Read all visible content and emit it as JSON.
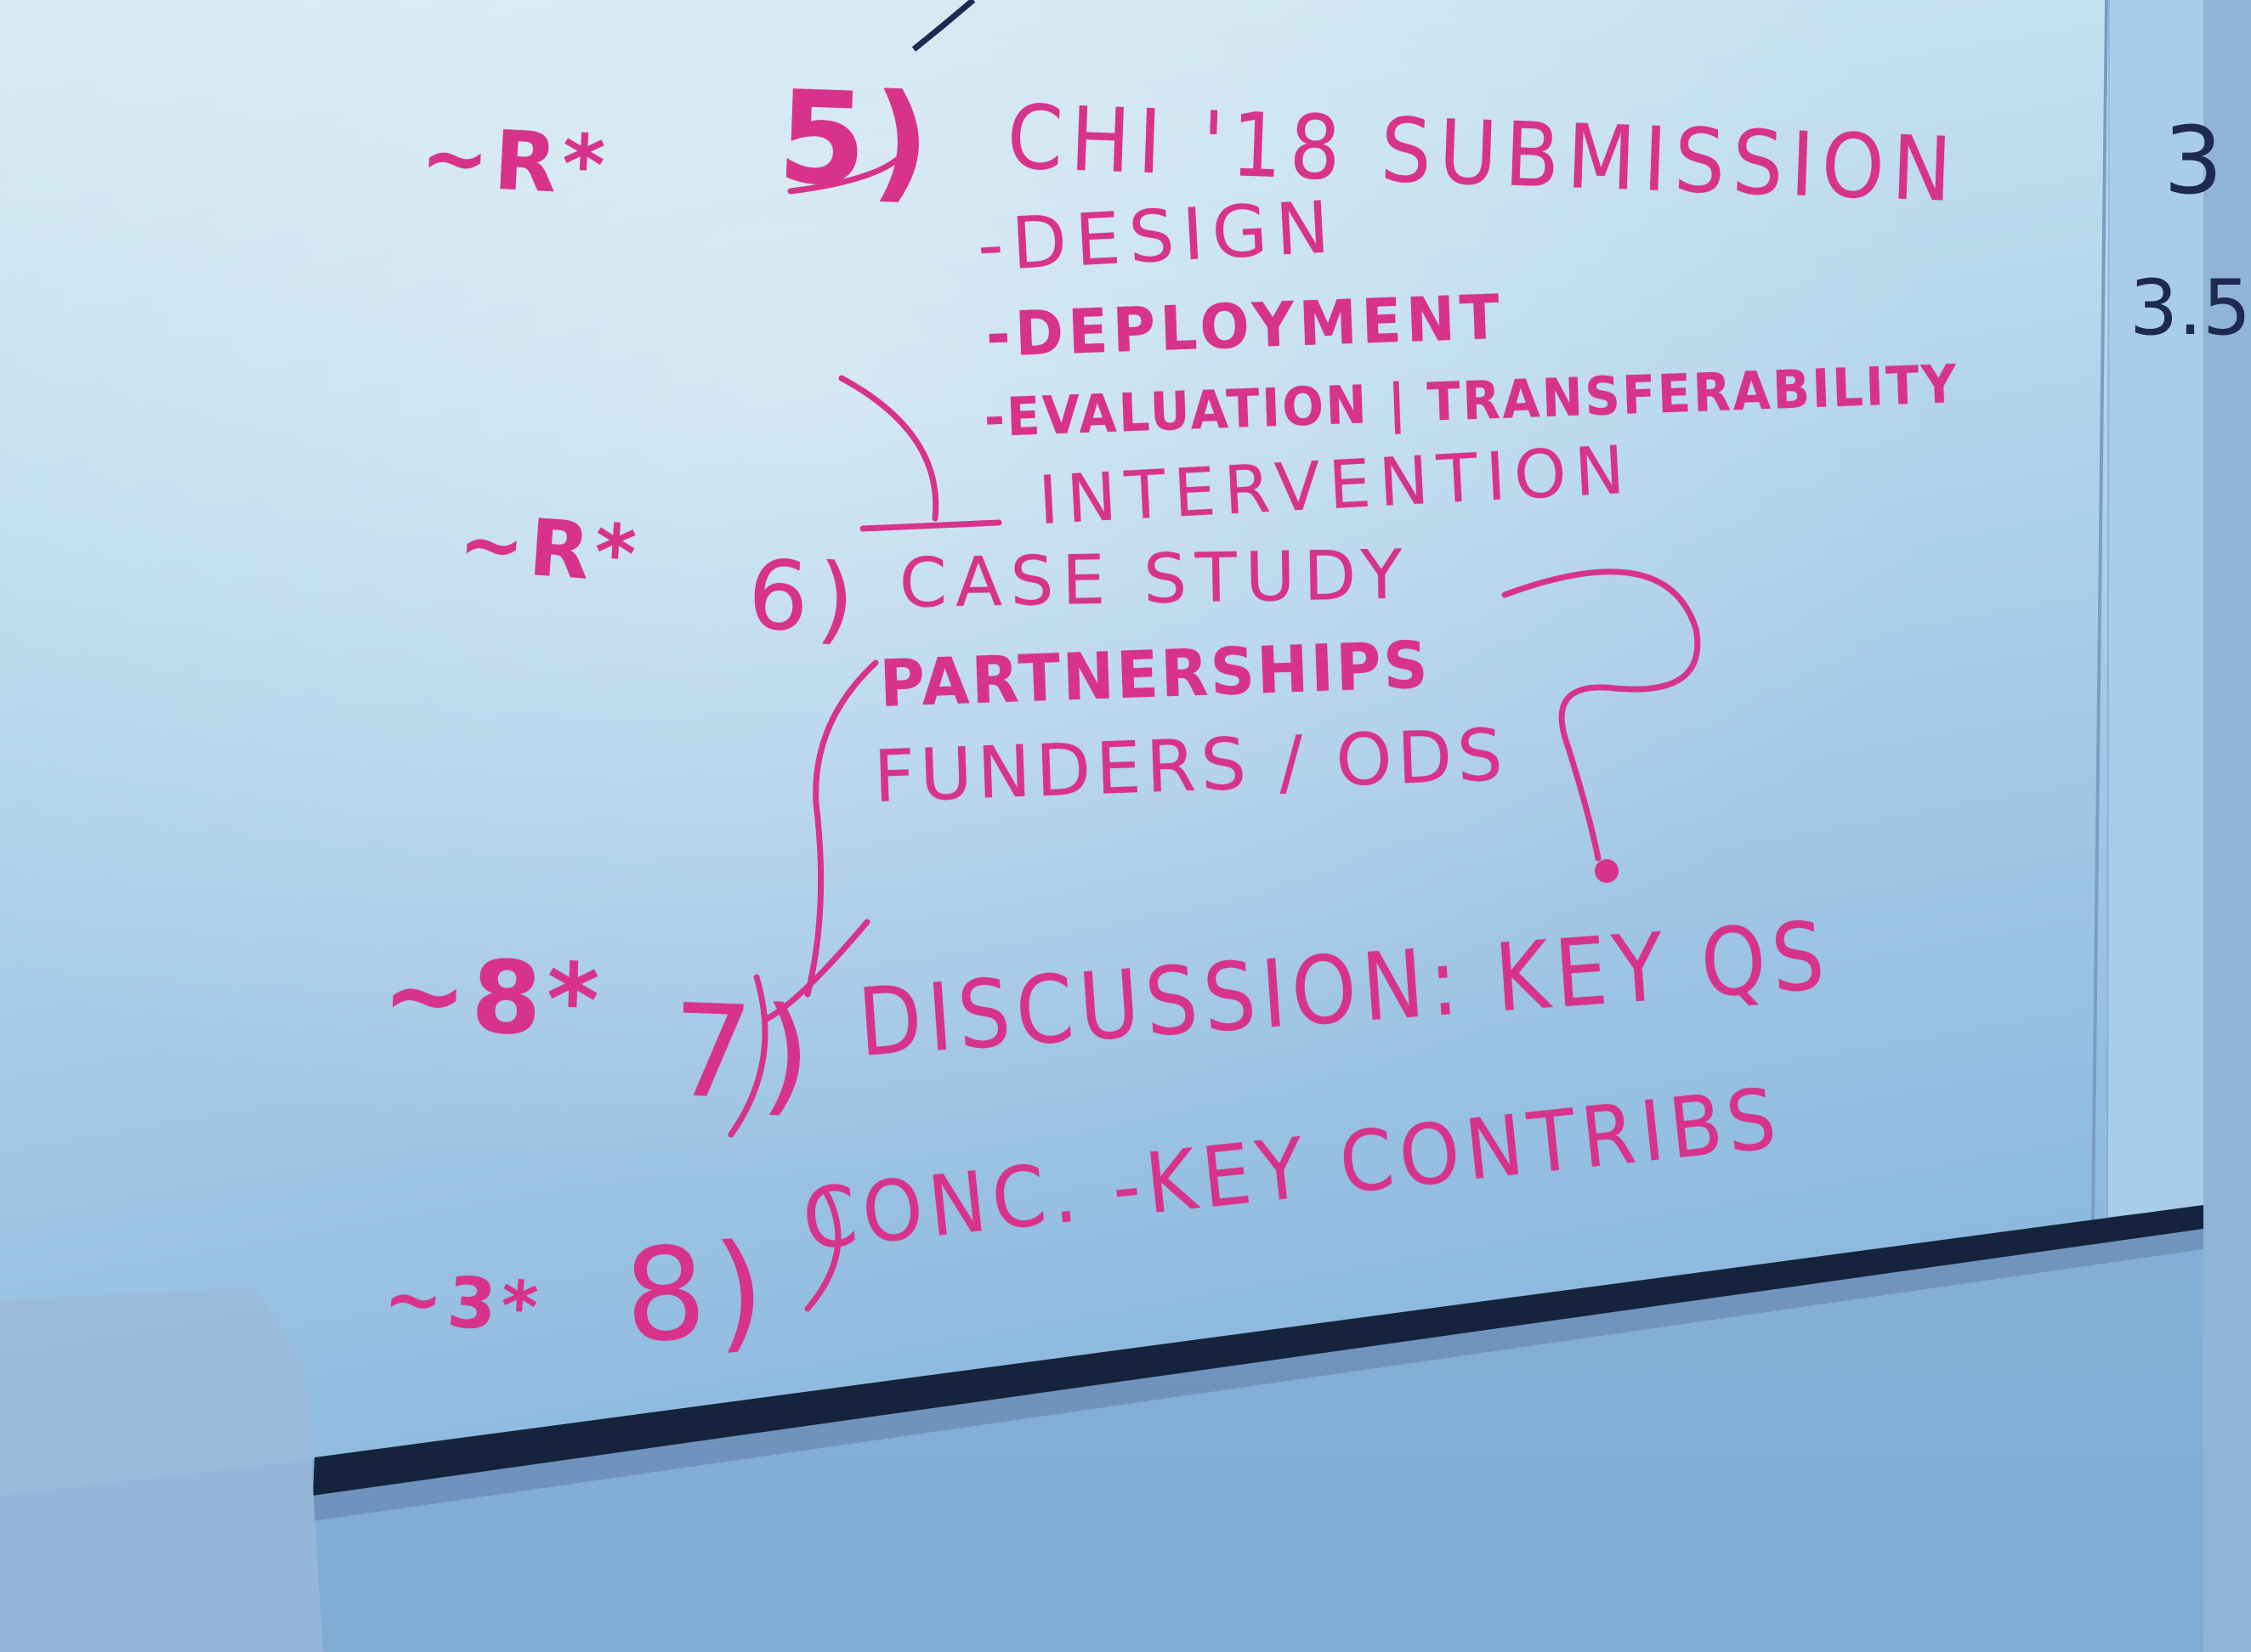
{
  "colors": {
    "marker": "#d8338a",
    "board_top": "#d4e8f3",
    "board_bottom": "#86b4da",
    "frame": "#15243c",
    "wall": "#8fb4d6"
  },
  "whiteboard": {
    "items": [
      {
        "estimate": "~R*",
        "number": "5)",
        "title": "CHI '18 SUBMISSION"
      },
      {
        "estimate": "~R*",
        "number": "6)",
        "title": "CASE STUDY"
      },
      {
        "estimate": "~8*",
        "number": "7)",
        "title": "DISCUSSION: KEY QS"
      },
      {
        "estimate": "~3*",
        "number": "8)",
        "title": "CONC. -KEY CONTRIBS"
      }
    ],
    "sub_points": [
      "-DESIGN",
      "-DEPLOYMENT",
      "-EVALUATION | TRANSFERABILITY",
      "INTERVENTION"
    ],
    "partners": [
      "PARTNERSHIPS",
      "FUNDERS / ODS"
    ],
    "question_mark": "?",
    "edge_marks": [
      "3",
      "3.5"
    ]
  }
}
